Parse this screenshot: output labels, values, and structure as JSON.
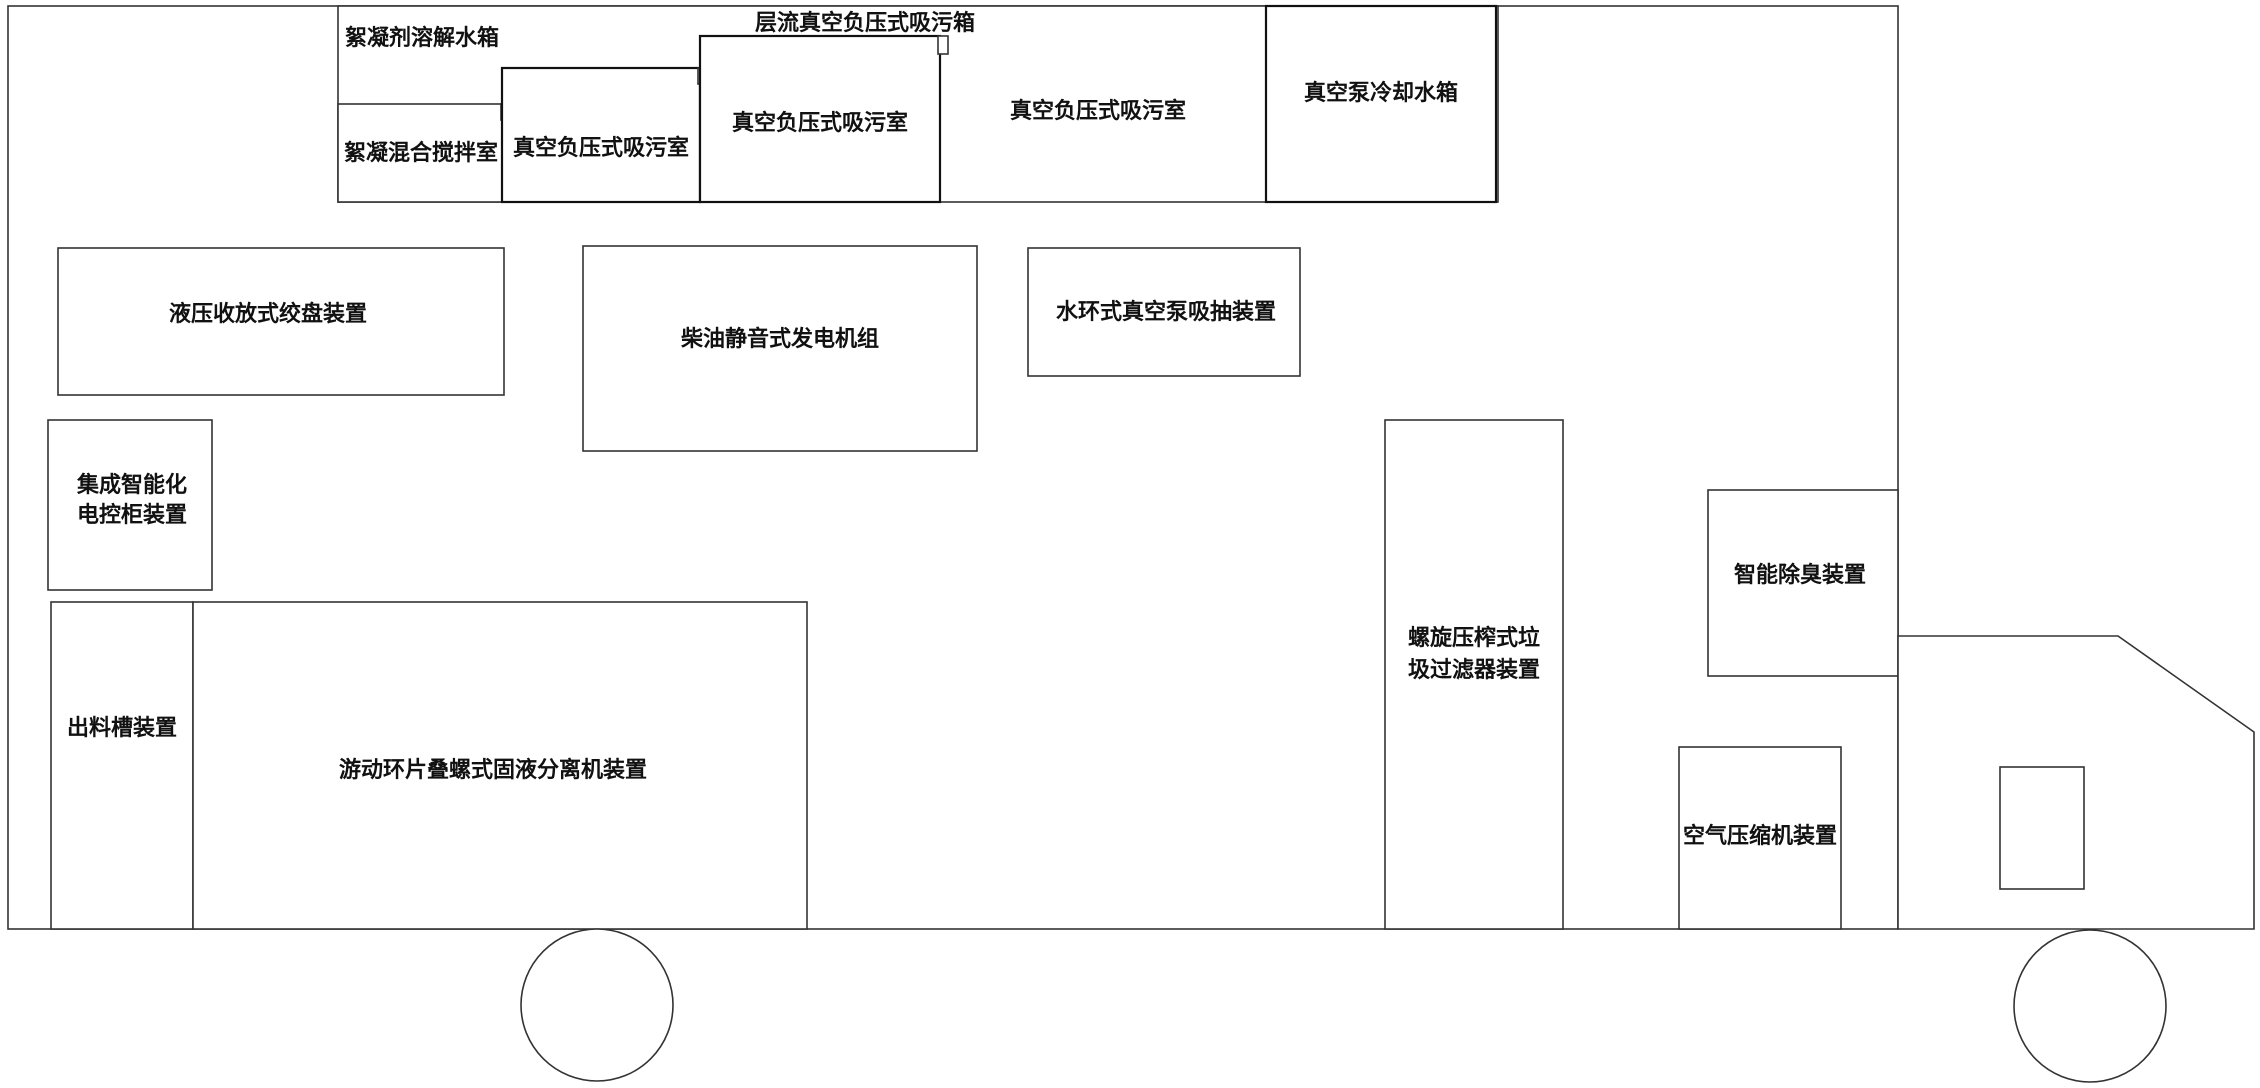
{
  "labels": {
    "flocculant_tank": "絮凝剂溶解水箱",
    "laminar_box": "层流真空负压式吸污箱",
    "floc_mix_room": "絮凝混合搅拌室",
    "vacuum_room_1": "真空负压式吸污室",
    "vacuum_room_2": "真空负压式吸污室",
    "vacuum_room_3": "真空负压式吸污室",
    "pump_cooling_tank": "真空泵冷却水箱",
    "winch": "液压收放式绞盘装置",
    "generator": "柴油静音式发电机组",
    "water_ring_pump": "水环式真空泵吸抽装置",
    "control_cabinet_l1": "集成智能化",
    "control_cabinet_l2": "电控柜装置",
    "spiral_filter_l1": "螺旋压榨式垃",
    "spiral_filter_l2": "圾过滤器装置",
    "deodorizer": "智能除臭装置",
    "discharge_trough": "出料槽装置",
    "separator": "游动环片叠螺式固液分离机装置",
    "air_compressor": "空气压缩机装置"
  }
}
